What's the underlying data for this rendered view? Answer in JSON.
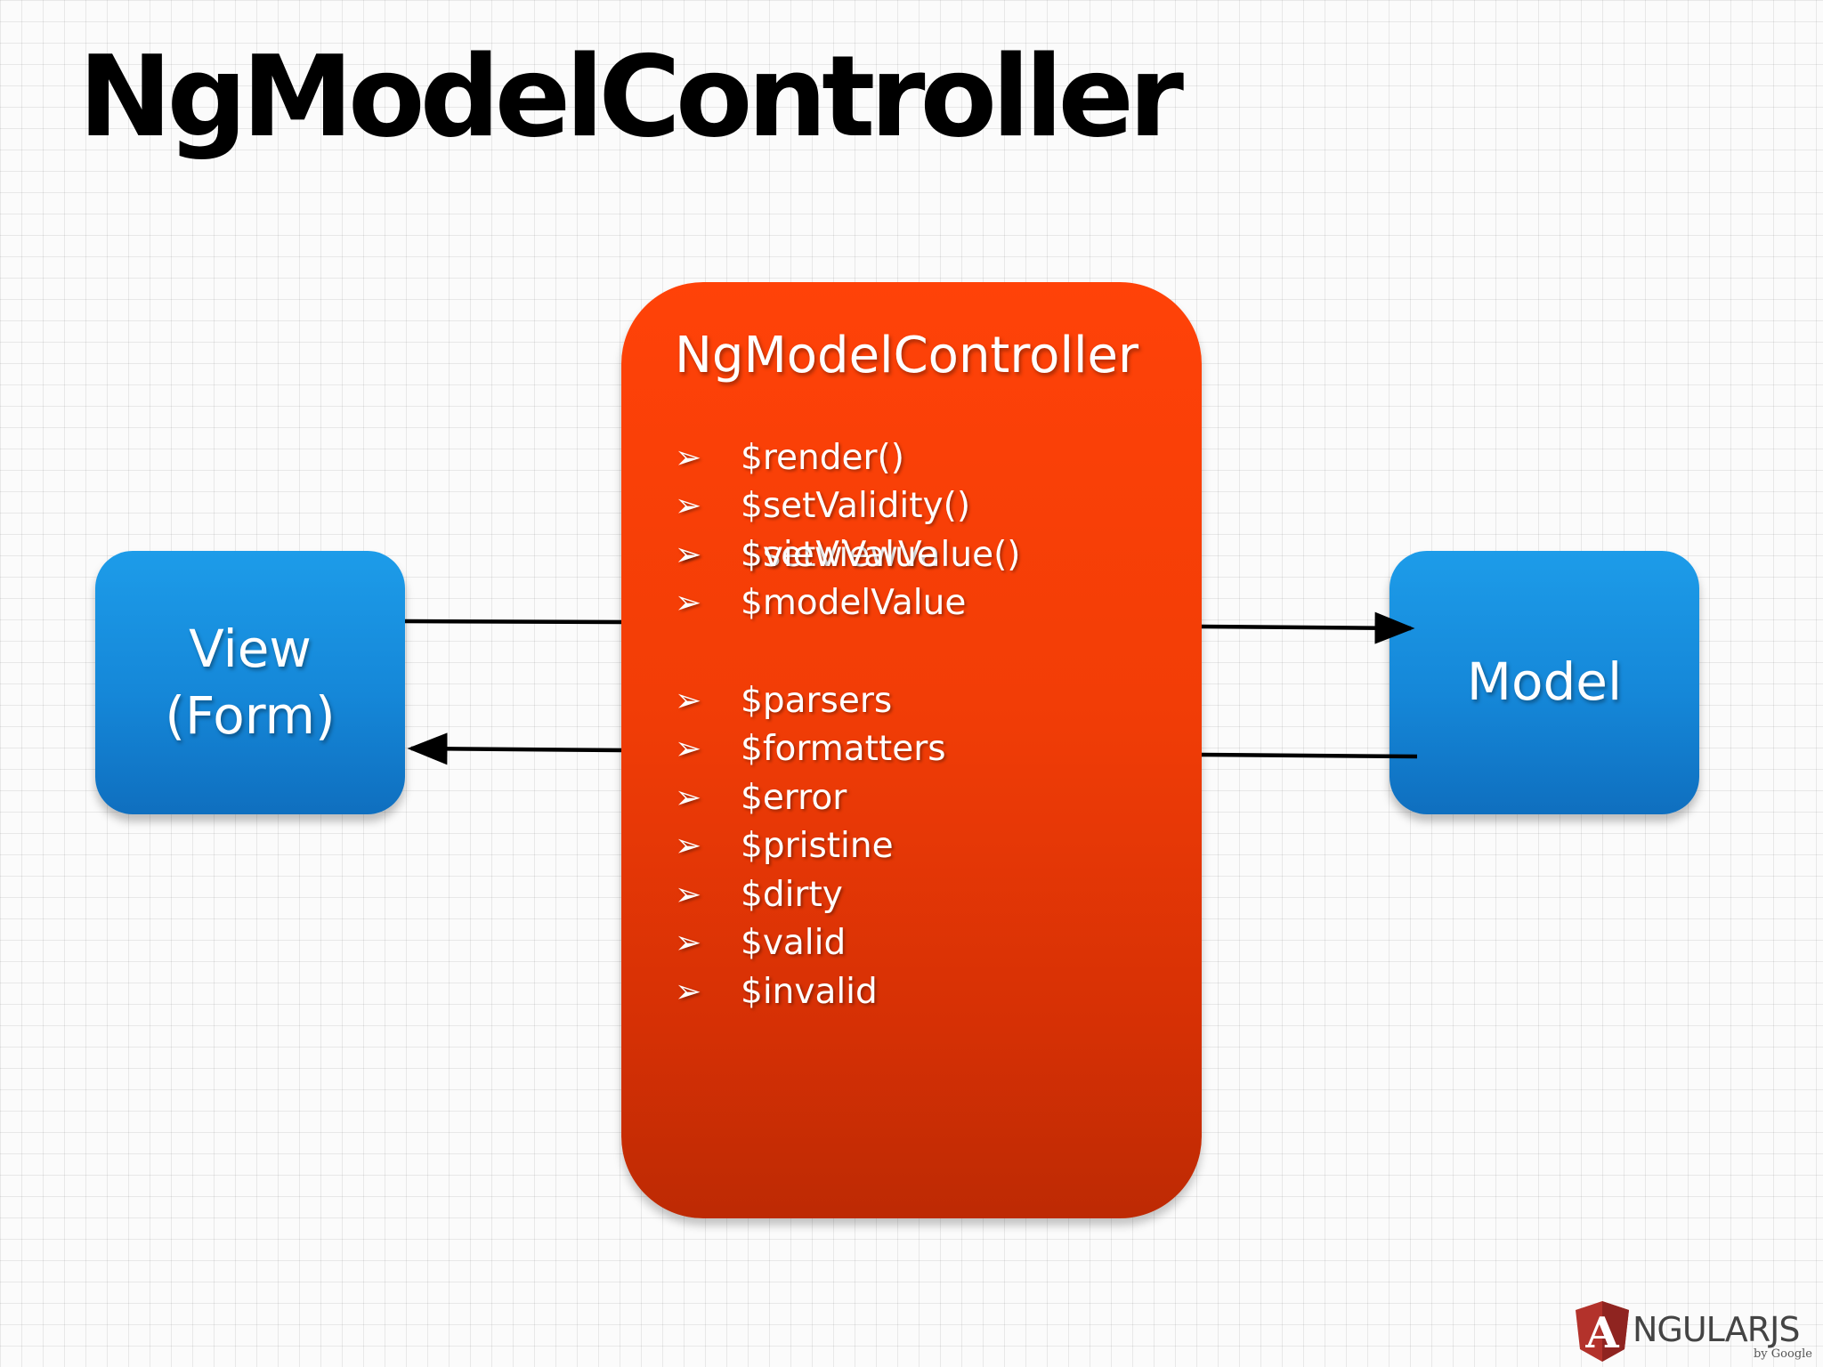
{
  "slide": {
    "title": "NgModelController"
  },
  "view_box": {
    "line1": "View",
    "line2": "(Form)"
  },
  "model_box": {
    "label": "Model"
  },
  "controller": {
    "title": "NgModelController",
    "bullet_glyph": "➢",
    "groups": [
      [
        "$render()",
        "$setValidity()",
        "$setViewValue()"
      ],
      [
        "$viewValue",
        "$modelValue"
      ],
      [
        "$parsers",
        "$formatters"
      ],
      [
        "$error",
        "$pristine",
        "$dirty",
        "$valid",
        "$invalid"
      ]
    ]
  },
  "logo": {
    "letter": "A",
    "wordmark": "NGULARJS",
    "byline": "by Google"
  },
  "colors": {
    "controller_red": "#f23d06",
    "box_blue": "#1587d8",
    "arrow": "#000000",
    "logo_red": "#b3322b"
  }
}
